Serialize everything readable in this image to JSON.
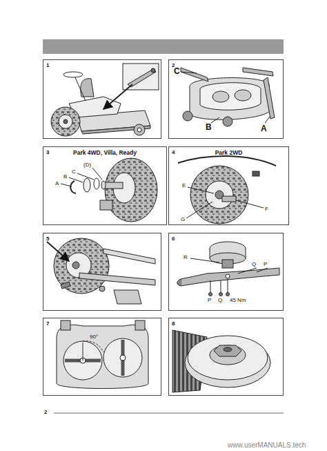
{
  "diagram": {
    "nodes": [
      {
        "text": [
          "1"
        ]
      },
      {
        "text": [
          "2"
        ]
      },
      {
        "text": [
          "3",
          "Park 4WD, Villa, Ready"
        ]
      },
      {
        "text": [
          "4",
          "Park 2WD"
        ]
      },
      {
        "text": [
          "5"
        ]
      },
      {
        "text": [
          "6"
        ]
      },
      {
        "text": [
          "7"
        ]
      },
      {
        "text": [
          "8"
        ]
      }
    ],
    "labels": [
      "C",
      "B",
      "A",
      "A",
      "B",
      "C",
      "(D)",
      "E",
      "F",
      "G",
      "R",
      "Q",
      "P",
      "P",
      "Q",
      "45 Nm",
      "90°",
      "2",
      "www.userMANUALS.tech"
    ]
  }
}
